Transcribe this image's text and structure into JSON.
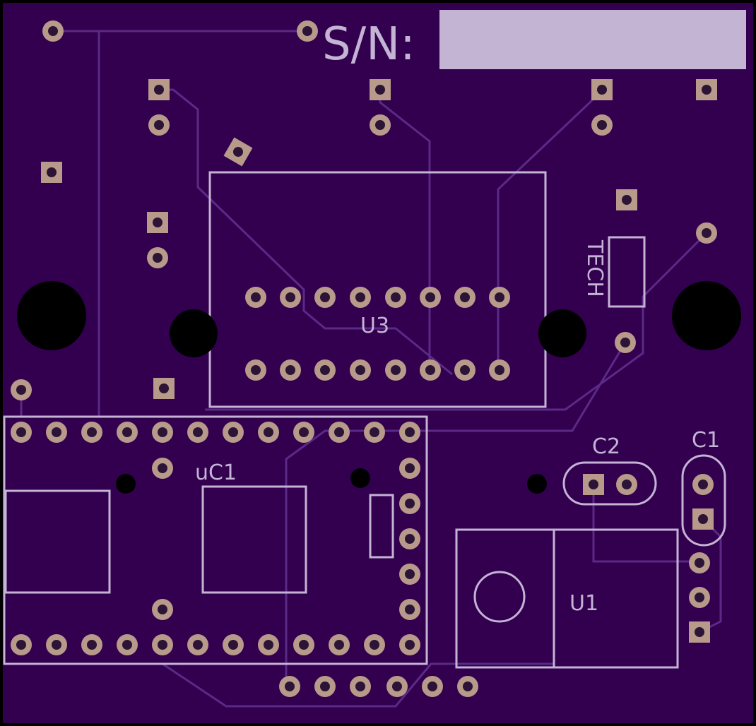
{
  "board": {
    "sn_label": "S/N:",
    "designators": {
      "u3": "U3",
      "uc1": "uC1",
      "c2": "C2",
      "c1": "C1",
      "u1": "U1",
      "tech": "TECH"
    }
  },
  "colors": {
    "substrate": "#32004f",
    "silkscreen": "#c4b4d4",
    "copper_pad": "#b79a8a",
    "trace": "#5a2a86",
    "drill": "#000000"
  }
}
